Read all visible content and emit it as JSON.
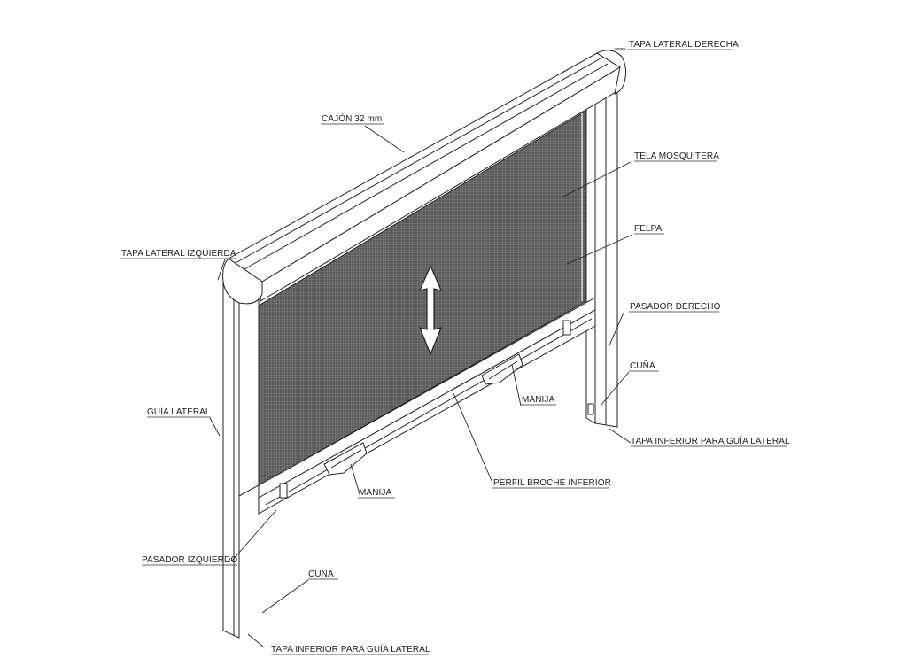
{
  "labels": {
    "tapa_lateral_derecha": "TAPA LATERAL DERECHA",
    "cajon": "CAJÓN 32 mm",
    "tela_mosquitera": "TELA MOSQUITERA",
    "felpa": "FELPA",
    "tapa_lateral_izquierda": "TAPA LATERAL IZQUIERDA",
    "pasador_derecho": "PASADOR DERECHO",
    "cuna_derecha": "CUÑA",
    "manija_derecha": "MANIJA",
    "guia_lateral": "GUÍA LATERAL",
    "tapa_inferior_derecha": "TAPA INFERIOR PARA GUÍA LATERAL",
    "perfil_broche_inferior": "PERFIL BROCHE INFERIOR",
    "manija_izquierda": "MANIJA",
    "pasador_izquierdo": "PASADOR IZQUIERDO",
    "cuna_izquierda": "CUÑA",
    "tapa_inferior_izquierda": "TAPA INFERIOR PARA GUÍA LATERAL"
  }
}
